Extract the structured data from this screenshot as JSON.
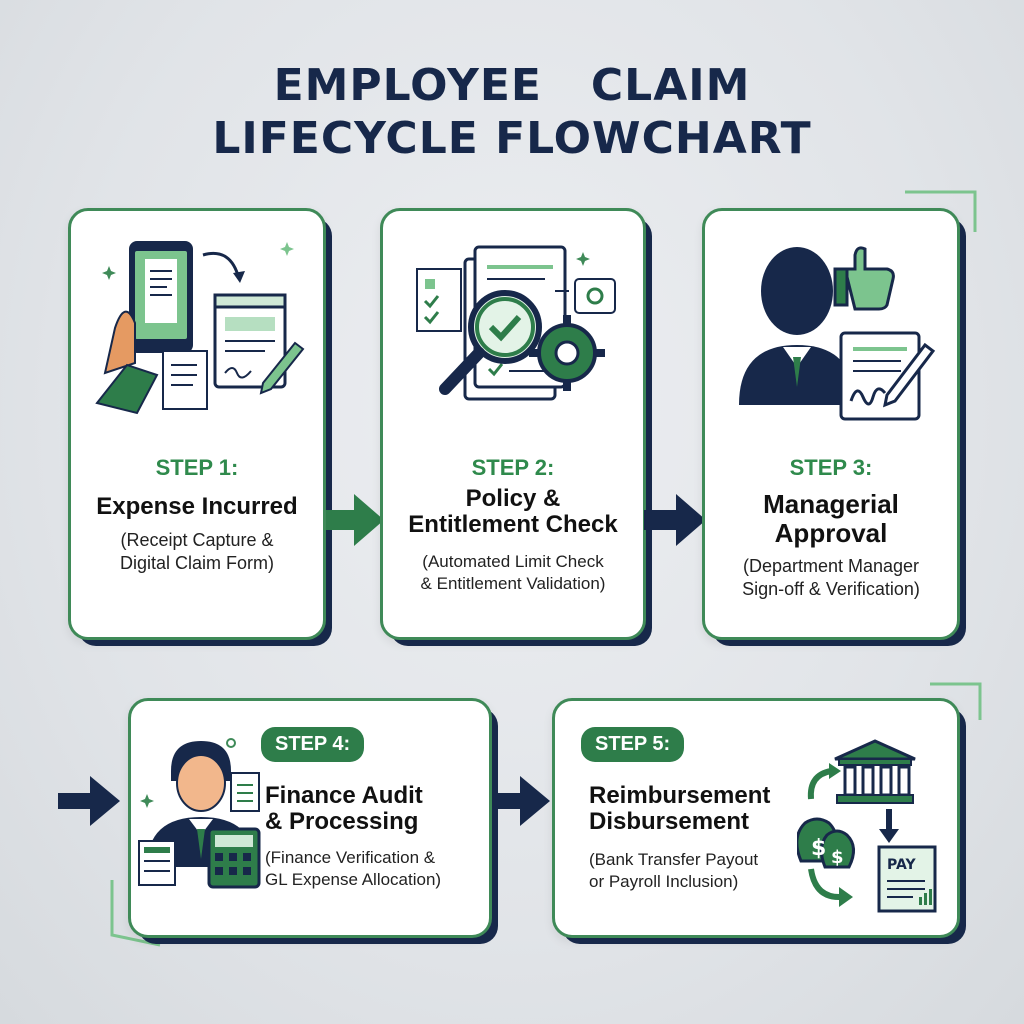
{
  "title": {
    "line1": "EMPLOYEE   CLAIM",
    "line2": "LIFECYCLE FLOWCHART"
  },
  "steps": [
    {
      "label": "STEP 1:",
      "heading": "Expense Incurred",
      "desc_line1": "(Receipt Capture &",
      "desc_line2": "Digital Claim Form)",
      "icon": "phone-receipt-form-icon"
    },
    {
      "label": "STEP 2:",
      "heading_line1": "Policy &",
      "heading_line2": "Entitlement Check",
      "desc_line1": "(Automated Limit Check",
      "desc_line2": "& Entitlement Validation)",
      "icon": "magnifier-gear-checklist-icon"
    },
    {
      "label": "STEP 3:",
      "heading_line1": "Managerial",
      "heading_line2": "Approval",
      "desc_line1": "(Department Manager",
      "desc_line2": "Sign-off & Verification)",
      "icon": "manager-thumbs-up-signature-icon"
    },
    {
      "label": "STEP 4:",
      "heading_line1": "Finance Audit",
      "heading_line2": "& Processing",
      "desc_line1": "(Finance Verification &",
      "desc_line2": "GL Expense Allocation)",
      "icon": "finance-officer-calculator-icon"
    },
    {
      "label": "STEP 5:",
      "heading_line1": "Reimbursement",
      "heading_line2": "Disbursement",
      "desc_line1": "(Bank Transfer Payout",
      "desc_line2": "or Payroll Inclusion)",
      "icon": "bank-money-bags-pay-slip-icon",
      "pay_label": "PAY"
    }
  ],
  "colors": {
    "navy": "#17284a",
    "green": "#2e7d4a",
    "light_green": "#7cc48e",
    "step_text": "#2f8a4c"
  }
}
